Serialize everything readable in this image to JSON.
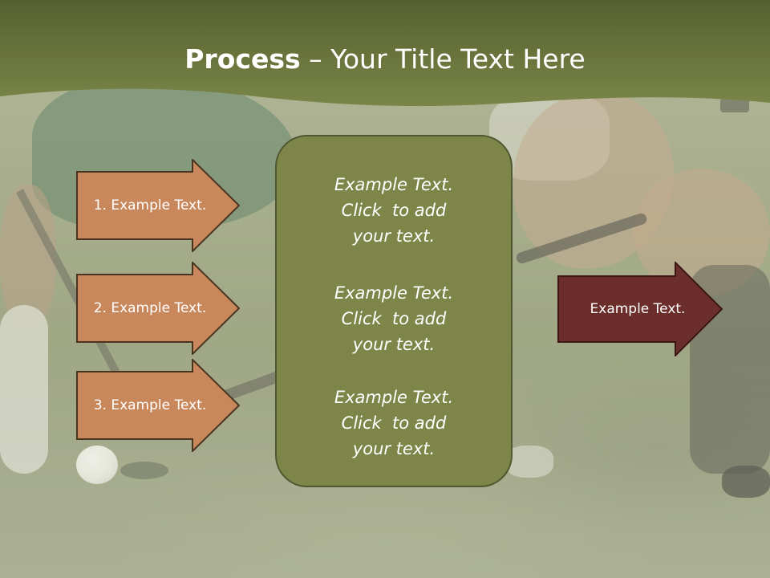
{
  "slide": {
    "title_bold": "Process",
    "title_rest": " – Your Title Text Here"
  },
  "steps": [
    {
      "label": "1. Example Text."
    },
    {
      "label": "2. Example Text."
    },
    {
      "label": "3. Example Text."
    }
  ],
  "center_box": {
    "blocks": [
      {
        "lines": [
          "Example Text.",
          "Click  to add",
          "your text."
        ]
      },
      {
        "lines": [
          "Example Text.",
          "Click  to add",
          "your text."
        ]
      },
      {
        "lines": [
          "Example Text.",
          "Click  to add",
          "your text."
        ]
      }
    ]
  },
  "result": {
    "label": "Example Text."
  },
  "colors": {
    "header_band": "#6b7840",
    "step_arrow_fill": "#c8885c",
    "step_arrow_stroke": "#4a3420",
    "center_box_fill": "#7d8549",
    "center_box_stroke": "#4e5730",
    "result_arrow_fill": "#6b2e2b",
    "result_arrow_stroke": "#3b1716",
    "text": "#ffffff"
  }
}
